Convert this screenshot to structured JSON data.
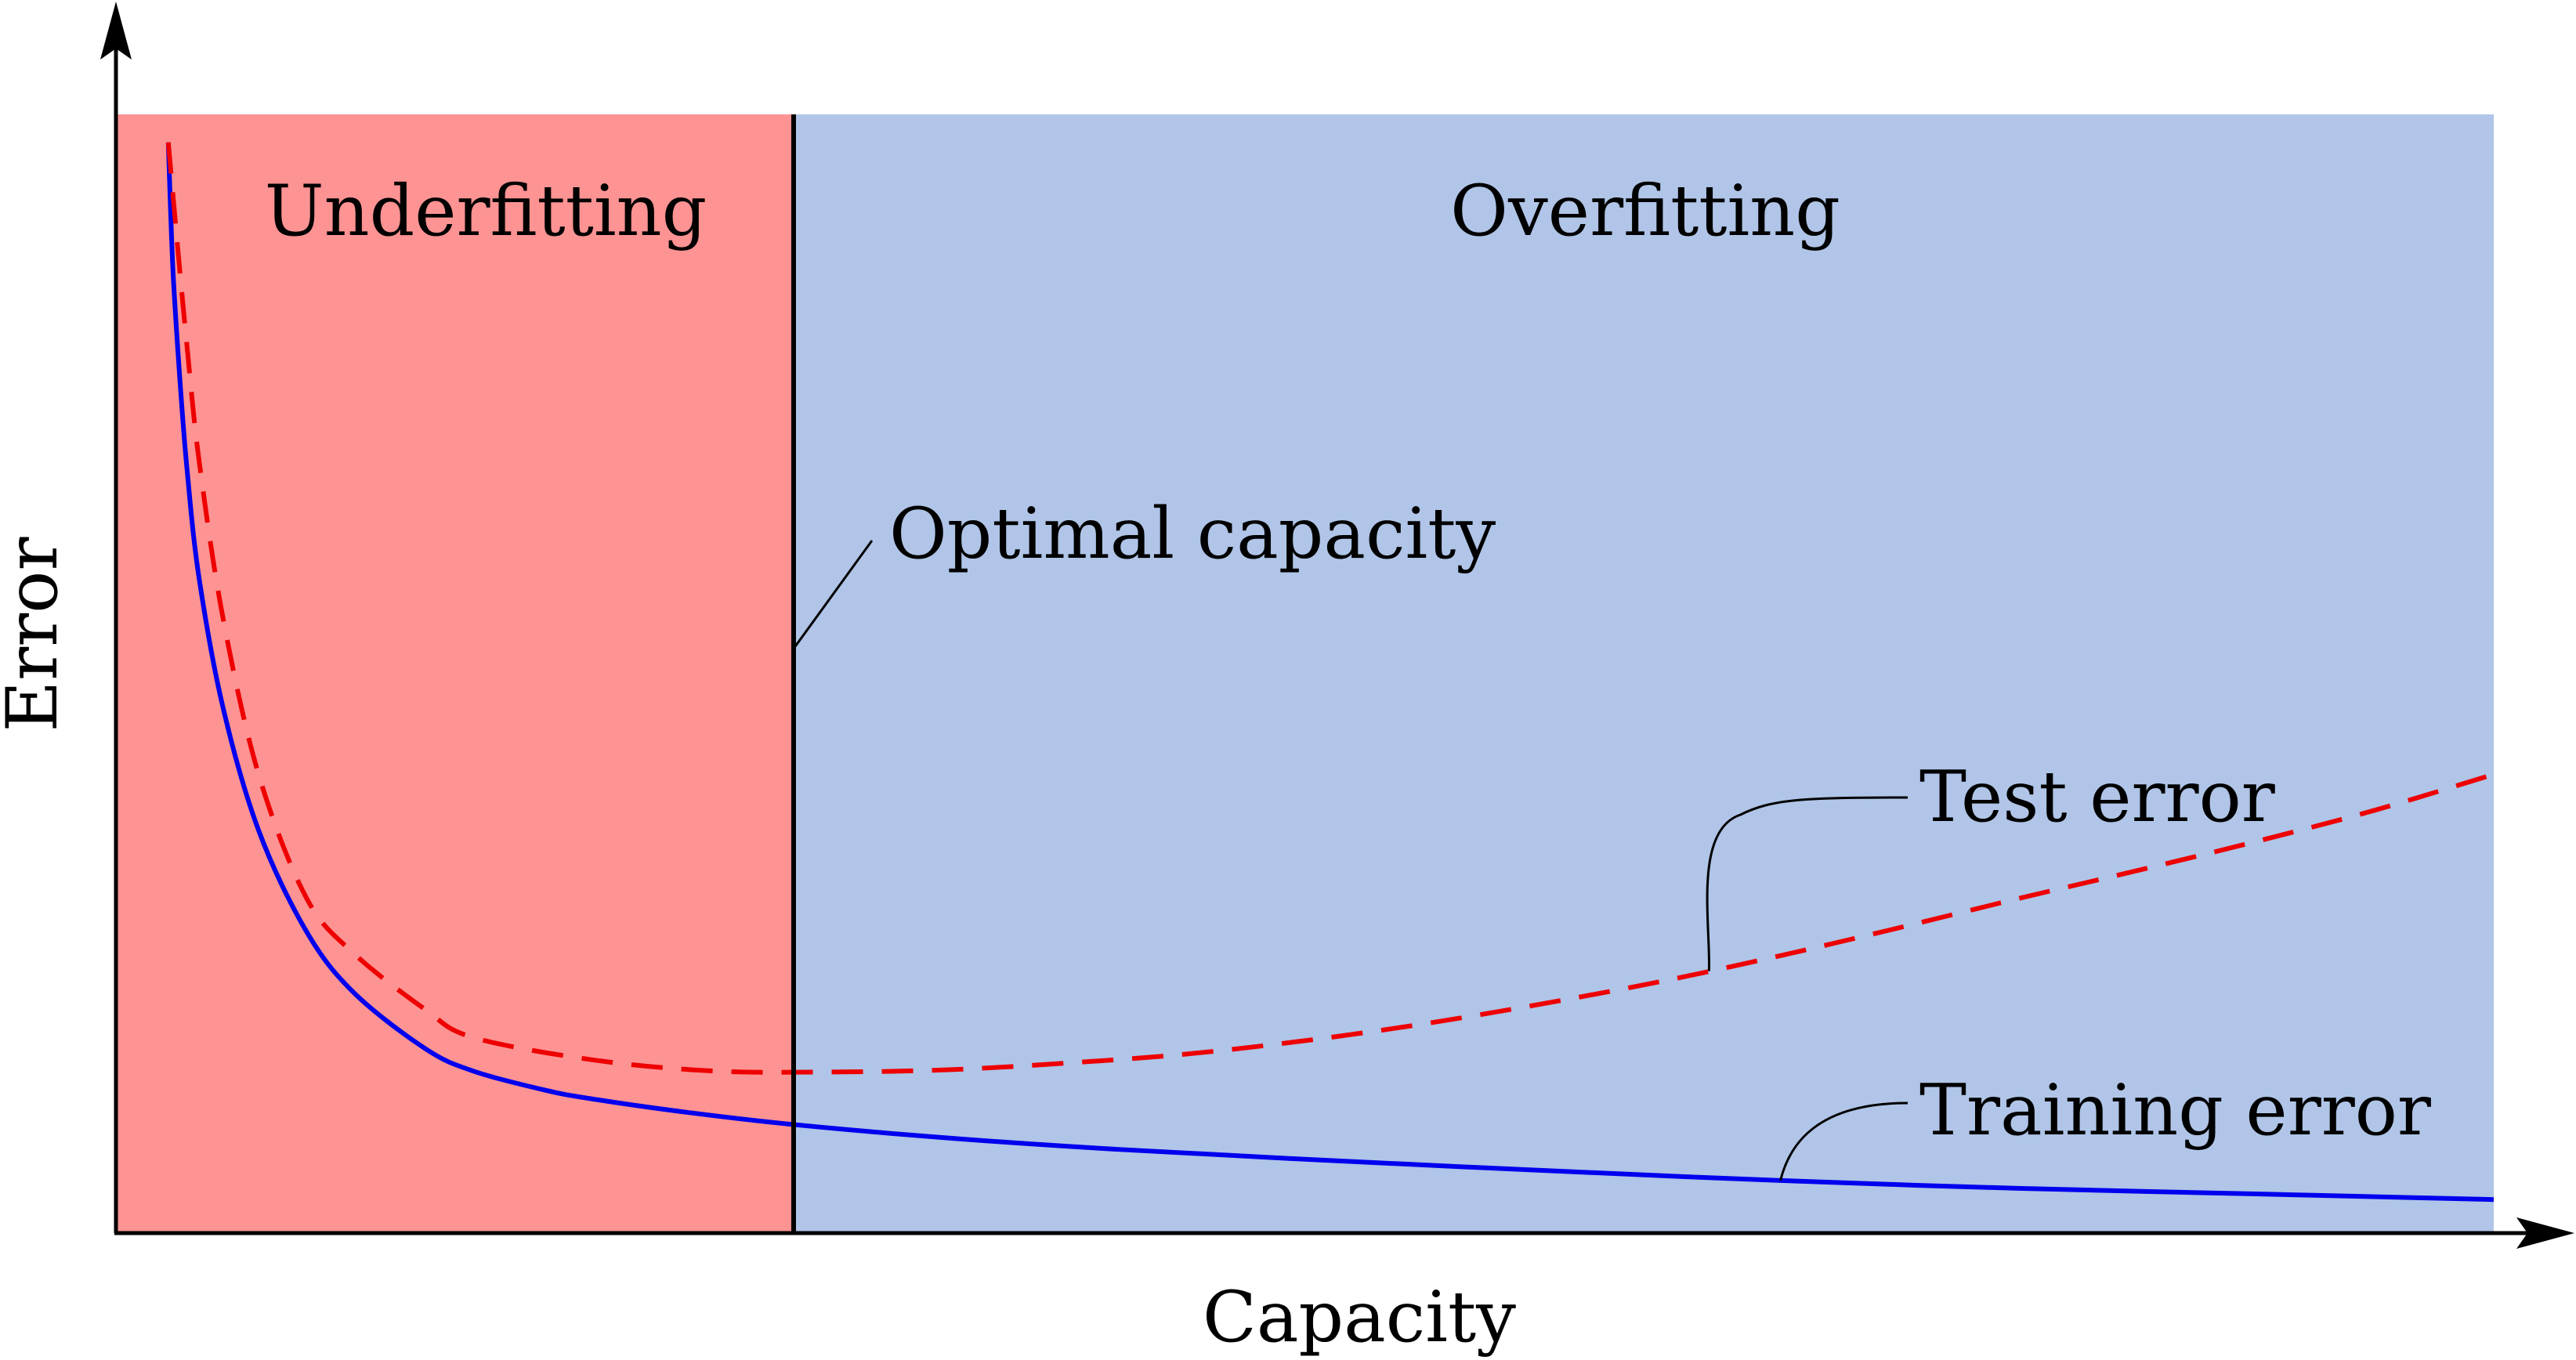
{
  "chart_data": {
    "type": "line",
    "xlabel": "Capacity",
    "ylabel": "Error",
    "xlim": [
      0,
      1
    ],
    "ylim": [
      0,
      1
    ],
    "grid": false,
    "regions": [
      {
        "label": "Underfitting",
        "x_range": [
          0,
          0.285
        ],
        "color": "#fe9393"
      },
      {
        "label": "Overfitting",
        "x_range": [
          0.285,
          1
        ],
        "color": "#b0c5e7"
      }
    ],
    "optimal_capacity": {
      "label": "Optimal capacity",
      "x": 0.285
    },
    "series": [
      {
        "name": "Training error",
        "style": "solid",
        "color": "#0000ee",
        "x": [
          0.022,
          0.024,
          0.027,
          0.03,
          0.035,
          0.045,
          0.06,
          0.08,
          0.1,
          0.13,
          0.15,
          0.18,
          0.2,
          0.24,
          0.285,
          0.35,
          0.42,
          0.5,
          0.6,
          0.7,
          0.8,
          0.9,
          1.0
        ],
        "y": [
          0.975,
          0.86,
          0.76,
          0.68,
          0.585,
          0.47,
          0.36,
          0.27,
          0.215,
          0.165,
          0.145,
          0.128,
          0.12,
          0.108,
          0.097,
          0.085,
          0.075,
          0.066,
          0.056,
          0.047,
          0.04,
          0.035,
          0.03
        ]
      },
      {
        "name": "Test error",
        "style": "dashed",
        "color": "#ee0000",
        "x": [
          0.022,
          0.026,
          0.03,
          0.035,
          0.045,
          0.06,
          0.08,
          0.1,
          0.13,
          0.15,
          0.2,
          0.25,
          0.3,
          0.35,
          0.4,
          0.45,
          0.5,
          0.55,
          0.6,
          0.65,
          0.7,
          0.75,
          0.8,
          0.85,
          0.9,
          0.95,
          1.0
        ],
        "y": [
          0.975,
          0.88,
          0.79,
          0.69,
          0.55,
          0.41,
          0.3,
          0.25,
          0.2,
          0.175,
          0.155,
          0.145,
          0.144,
          0.146,
          0.152,
          0.16,
          0.172,
          0.187,
          0.205,
          0.225,
          0.248,
          0.273,
          0.299,
          0.324,
          0.35,
          0.378,
          0.41
        ]
      }
    ],
    "annotations": [
      {
        "text": "Test error",
        "target_series": "Test error"
      },
      {
        "text": "Training error",
        "target_series": "Training error"
      }
    ]
  }
}
